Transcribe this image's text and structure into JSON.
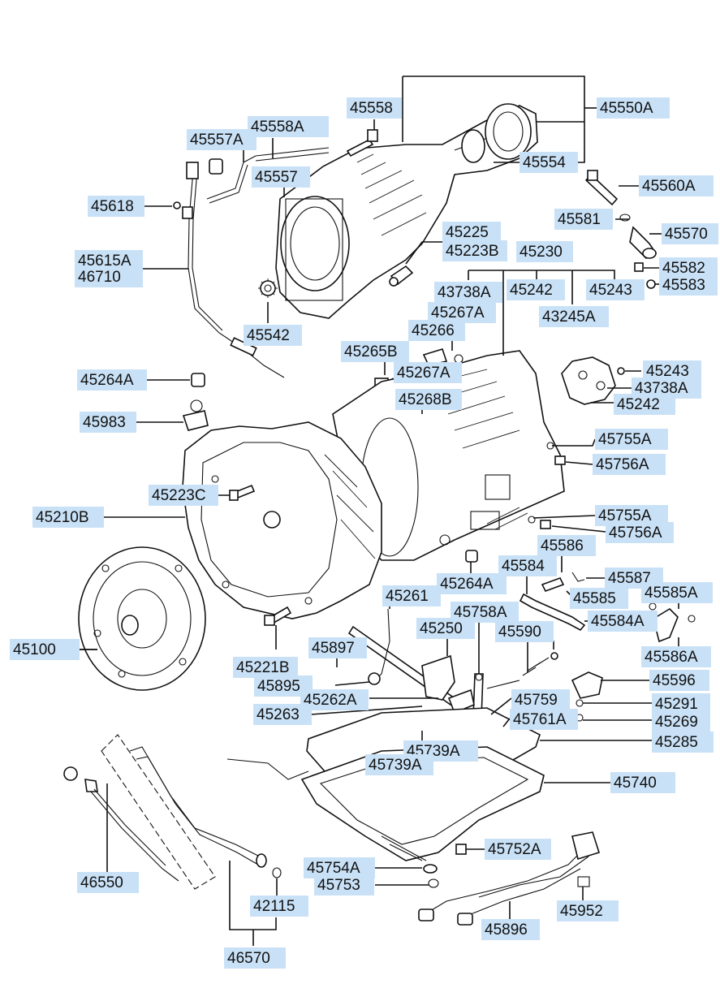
{
  "diagram": {
    "labels": [
      {
        "id": "45550A",
        "text": "45550A"
      },
      {
        "id": "45558",
        "text": "45558"
      },
      {
        "id": "45558A",
        "text": "45558A"
      },
      {
        "id": "45557A",
        "text": "45557A"
      },
      {
        "id": "45557",
        "text": "45557"
      },
      {
        "id": "45554",
        "text": "45554"
      },
      {
        "id": "45560A",
        "text": "45560A"
      },
      {
        "id": "45618",
        "text": "45618"
      },
      {
        "id": "45581",
        "text": "45581"
      },
      {
        "id": "45570",
        "text": "45570"
      },
      {
        "id": "45225",
        "text": "45225"
      },
      {
        "id": "45223B",
        "text": "45223B"
      },
      {
        "id": "45230",
        "text": "45230"
      },
      {
        "id": "45615A",
        "text": "45615A"
      },
      {
        "id": "46710",
        "text": "46710"
      },
      {
        "id": "45582",
        "text": "45582"
      },
      {
        "id": "45583",
        "text": "45583"
      },
      {
        "id": "43738A_top",
        "text": "43738A"
      },
      {
        "id": "45242_top",
        "text": "45242"
      },
      {
        "id": "45243_top",
        "text": "45243"
      },
      {
        "id": "43245A",
        "text": "43245A"
      },
      {
        "id": "45267A_top",
        "text": "45267A"
      },
      {
        "id": "45266",
        "text": "45266"
      },
      {
        "id": "45542",
        "text": "45542"
      },
      {
        "id": "45265B",
        "text": "45265B"
      },
      {
        "id": "45267A_mid",
        "text": "45267A"
      },
      {
        "id": "45243_right",
        "text": "45243"
      },
      {
        "id": "43738A_right",
        "text": "43738A"
      },
      {
        "id": "45242_right",
        "text": "45242"
      },
      {
        "id": "45264A_left",
        "text": "45264A"
      },
      {
        "id": "45268B",
        "text": "45268B"
      },
      {
        "id": "45983",
        "text": "45983"
      },
      {
        "id": "45755A_top",
        "text": "45755A"
      },
      {
        "id": "45756A_top",
        "text": "45756A"
      },
      {
        "id": "45223C",
        "text": "45223C"
      },
      {
        "id": "45210B",
        "text": "45210B"
      },
      {
        "id": "45755A_bot",
        "text": "45755A"
      },
      {
        "id": "45756A_bot",
        "text": "45756A"
      },
      {
        "id": "45586",
        "text": "45586"
      },
      {
        "id": "45584",
        "text": "45584"
      },
      {
        "id": "45264A_mid",
        "text": "45264A"
      },
      {
        "id": "45587",
        "text": "45587"
      },
      {
        "id": "45261",
        "text": "45261"
      },
      {
        "id": "45585",
        "text": "45585"
      },
      {
        "id": "45585A",
        "text": "45585A"
      },
      {
        "id": "45758A",
        "text": "45758A"
      },
      {
        "id": "45584A",
        "text": "45584A"
      },
      {
        "id": "45250",
        "text": "45250"
      },
      {
        "id": "45590",
        "text": "45590"
      },
      {
        "id": "45100",
        "text": "45100"
      },
      {
        "id": "45586A",
        "text": "45586A"
      },
      {
        "id": "45897",
        "text": "45897"
      },
      {
        "id": "45221B",
        "text": "45221B"
      },
      {
        "id": "45596",
        "text": "45596"
      },
      {
        "id": "45895",
        "text": "45895"
      },
      {
        "id": "45262A",
        "text": "45262A"
      },
      {
        "id": "45759",
        "text": "45759"
      },
      {
        "id": "45291",
        "text": "45291"
      },
      {
        "id": "45263",
        "text": "45263"
      },
      {
        "id": "45761A",
        "text": "45761A"
      },
      {
        "id": "45269",
        "text": "45269"
      },
      {
        "id": "45739A_a",
        "text": "45739A"
      },
      {
        "id": "45285",
        "text": "45285"
      },
      {
        "id": "45739A_b",
        "text": "45739A"
      },
      {
        "id": "45740",
        "text": "45740"
      },
      {
        "id": "45752A",
        "text": "45752A"
      },
      {
        "id": "45754A",
        "text": "45754A"
      },
      {
        "id": "46550",
        "text": "46550"
      },
      {
        "id": "45753",
        "text": "45753"
      },
      {
        "id": "42115",
        "text": "42115"
      },
      {
        "id": "45952",
        "text": "45952"
      },
      {
        "id": "45896",
        "text": "45896"
      },
      {
        "id": "46570",
        "text": "46570"
      }
    ]
  }
}
